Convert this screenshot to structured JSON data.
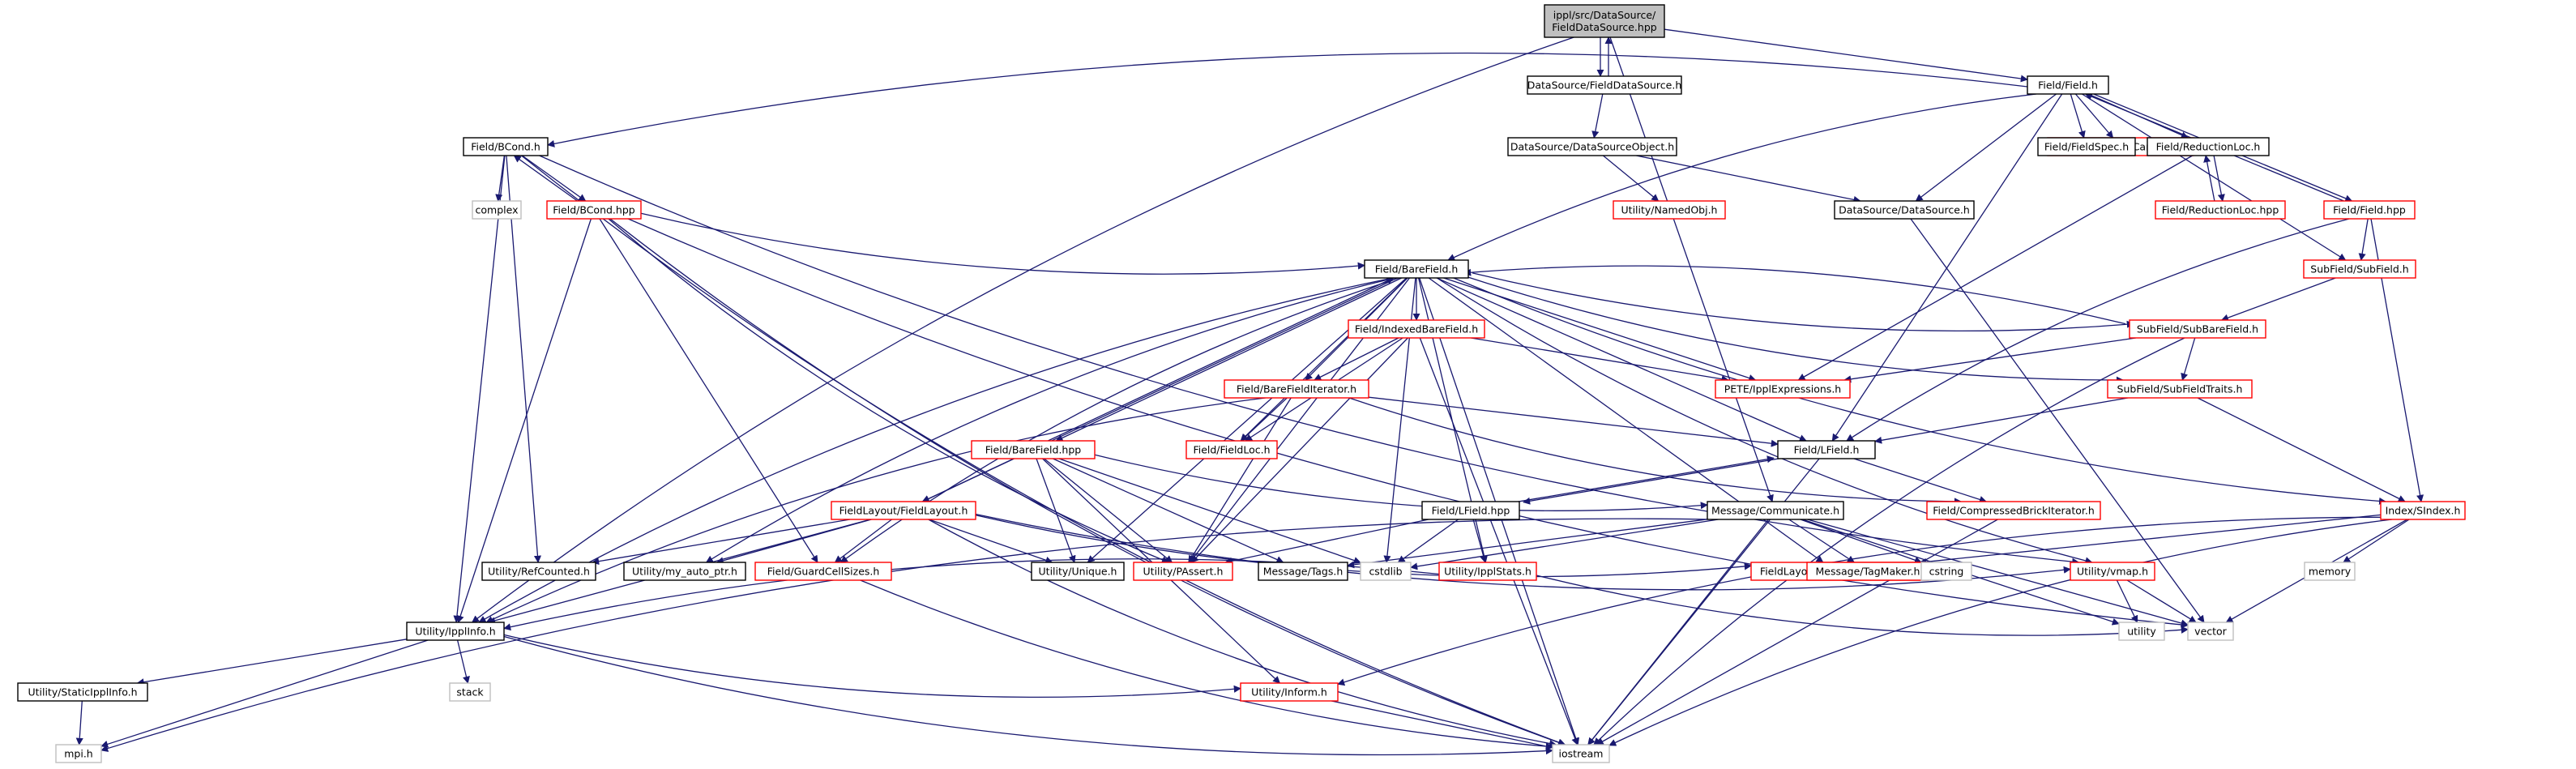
{
  "graph": {
    "edge_color": "#191970",
    "root_fill": "#bfbfbf",
    "nodes": [
      {
        "id": "root",
        "label": "ippl/src/DataSource/\nFieldDataSource.hpp",
        "style": "root"
      },
      {
        "id": "ds_fds_h",
        "label": "DataSource/FieldDataSource.h",
        "style": "black"
      },
      {
        "id": "ds_dso_h",
        "label": "DataSource/DataSourceObject.h",
        "style": "black"
      },
      {
        "id": "ds_ds_h",
        "label": "DataSource/DataSource.h",
        "style": "black"
      },
      {
        "id": "field_h",
        "label": "Field/Field.h",
        "style": "black"
      },
      {
        "id": "field_hpp",
        "label": "Field/Field.hpp",
        "style": "red"
      },
      {
        "id": "bcond_h",
        "label": "Field/BCond.h",
        "style": "black"
      },
      {
        "id": "bcond_hpp",
        "label": "Field/BCond.hpp",
        "style": "red"
      },
      {
        "id": "complex",
        "label": "complex",
        "style": "gray"
      },
      {
        "id": "namedobj",
        "label": "Utility/NamedObj.h",
        "style": "red"
      },
      {
        "id": "uniformcart",
        "label": "Meshes/UniformCartesian.h",
        "style": "red"
      },
      {
        "id": "fieldspec",
        "label": "Field/FieldSpec.h",
        "style": "black"
      },
      {
        "id": "redloc_h",
        "label": "Field/ReductionLoc.h",
        "style": "black"
      },
      {
        "id": "redloc_hpp",
        "label": "Field/ReductionLoc.hpp",
        "style": "red"
      },
      {
        "id": "barefield_h",
        "label": "Field/BareField.h",
        "style": "black"
      },
      {
        "id": "subfield_h",
        "label": "SubField/SubField.h",
        "style": "red"
      },
      {
        "id": "indexedbare",
        "label": "Field/IndexedBareField.h",
        "style": "red"
      },
      {
        "id": "subbare",
        "label": "SubField/SubBareField.h",
        "style": "red"
      },
      {
        "id": "ipplexpr",
        "label": "PETE/IpplExpressions.h",
        "style": "red"
      },
      {
        "id": "bareiter",
        "label": "Field/BareFieldIterator.h",
        "style": "red"
      },
      {
        "id": "subtraits",
        "label": "SubField/SubFieldTraits.h",
        "style": "red"
      },
      {
        "id": "fieldloc",
        "label": "Field/FieldLoc.h",
        "style": "red"
      },
      {
        "id": "lfield_h",
        "label": "Field/LField.h",
        "style": "black"
      },
      {
        "id": "barefield_hpp",
        "label": "Field/BareField.hpp",
        "style": "red"
      },
      {
        "id": "lfield_hpp",
        "label": "Field/LField.hpp",
        "style": "black"
      },
      {
        "id": "compbrick",
        "label": "Field/CompressedBrickIterator.h",
        "style": "red"
      },
      {
        "id": "sindex",
        "label": "Index/SIndex.h",
        "style": "red"
      },
      {
        "id": "fieldlayout",
        "label": "FieldLayout/FieldLayout.h",
        "style": "red"
      },
      {
        "id": "communicate",
        "label": "Message/Communicate.h",
        "style": "black"
      },
      {
        "id": "memory",
        "label": "memory",
        "style": "gray"
      },
      {
        "id": "refcounted",
        "label": "Utility/RefCounted.h",
        "style": "black"
      },
      {
        "id": "myautoptr",
        "label": "Utility/my_auto_ptr.h",
        "style": "black"
      },
      {
        "id": "guardcell",
        "label": "Field/GuardCellSizes.h",
        "style": "red"
      },
      {
        "id": "unique",
        "label": "Utility/Unique.h",
        "style": "black"
      },
      {
        "id": "passert",
        "label": "Utility/PAssert.h",
        "style": "red"
      },
      {
        "id": "tags",
        "label": "Message/Tags.h",
        "style": "black"
      },
      {
        "id": "cstdlib",
        "label": "cstdlib",
        "style": "gray"
      },
      {
        "id": "ipplstats",
        "label": "Utility/IpplStats.h",
        "style": "red"
      },
      {
        "id": "fluser",
        "label": "FieldLayout/FieldLayoutUser.h",
        "style": "red"
      },
      {
        "id": "tagmaker",
        "label": "Message/TagMaker.h",
        "style": "red"
      },
      {
        "id": "cstring",
        "label": "cstring",
        "style": "gray"
      },
      {
        "id": "vmap",
        "label": "Utility/vmap.h",
        "style": "red"
      },
      {
        "id": "utility",
        "label": "utility",
        "style": "gray"
      },
      {
        "id": "vector",
        "label": "vector",
        "style": "gray"
      },
      {
        "id": "ipplinfo",
        "label": "Utility/IpplInfo.h",
        "style": "black"
      },
      {
        "id": "staticinfo",
        "label": "Utility/StaticIpplInfo.h",
        "style": "black"
      },
      {
        "id": "stack",
        "label": "stack",
        "style": "gray"
      },
      {
        "id": "inform",
        "label": "Utility/Inform.h",
        "style": "red"
      },
      {
        "id": "mpi",
        "label": "mpi.h",
        "style": "gray"
      },
      {
        "id": "iostream",
        "label": "iostream",
        "style": "gray"
      }
    ],
    "edges": [
      [
        "root",
        "ds_fds_h"
      ],
      [
        "ds_fds_h",
        "root"
      ],
      [
        "root",
        "field_h"
      ],
      [
        "root",
        "ipplinfo"
      ],
      [
        "root",
        "communicate"
      ],
      [
        "ds_fds_h",
        "ds_dso_h"
      ],
      [
        "ds_dso_h",
        "namedobj"
      ],
      [
        "ds_dso_h",
        "ds_ds_h"
      ],
      [
        "field_h",
        "bcond_h"
      ],
      [
        "field_h",
        "uniformcart"
      ],
      [
        "field_h",
        "fieldspec"
      ],
      [
        "field_h",
        "redloc_h"
      ],
      [
        "field_h",
        "field_hpp"
      ],
      [
        "field_h",
        "ds_ds_h"
      ],
      [
        "field_h",
        "barefield_h"
      ],
      [
        "field_h",
        "subfield_h"
      ],
      [
        "field_h",
        "lfield_h"
      ],
      [
        "field_hpp",
        "field_h"
      ],
      [
        "field_hpp",
        "subfield_h"
      ],
      [
        "field_hpp",
        "sindex"
      ],
      [
        "field_hpp",
        "lfield_h"
      ],
      [
        "redloc_h",
        "redloc_hpp"
      ],
      [
        "redloc_hpp",
        "redloc_h"
      ],
      [
        "redloc_h",
        "ipplexpr"
      ],
      [
        "ds_ds_h",
        "vector"
      ],
      [
        "bcond_h",
        "complex"
      ],
      [
        "bcond_h",
        "bcond_hpp"
      ],
      [
        "bcond_hpp",
        "bcond_h"
      ],
      [
        "bcond_h",
        "refcounted"
      ],
      [
        "bcond_h",
        "ipplinfo"
      ],
      [
        "bcond_h",
        "iostream"
      ],
      [
        "bcond_h",
        "vmap"
      ],
      [
        "bcond_hpp",
        "barefield_h"
      ],
      [
        "bcond_hpp",
        "ipplinfo"
      ],
      [
        "bcond_hpp",
        "guardcell"
      ],
      [
        "bcond_hpp",
        "passert"
      ],
      [
        "bcond_hpp",
        "iostream"
      ],
      [
        "bcond_hpp",
        "vector"
      ],
      [
        "barefield_h",
        "indexedbare"
      ],
      [
        "barefield_h",
        "subbare"
      ],
      [
        "barefield_h",
        "ipplexpr"
      ],
      [
        "barefield_h",
        "fieldloc"
      ],
      [
        "barefield_h",
        "lfield_h"
      ],
      [
        "barefield_h",
        "barefield_hpp"
      ],
      [
        "barefield_hpp",
        "barefield_h"
      ],
      [
        "barefield_h",
        "fieldlayout"
      ],
      [
        "barefield_h",
        "guardcell"
      ],
      [
        "barefield_h",
        "myautoptr"
      ],
      [
        "barefield_h",
        "unique"
      ],
      [
        "barefield_h",
        "passert"
      ],
      [
        "barefield_h",
        "cstdlib"
      ],
      [
        "barefield_h",
        "ipplstats"
      ],
      [
        "barefield_h",
        "fluser"
      ],
      [
        "barefield_h",
        "sindex"
      ],
      [
        "barefield_h",
        "vmap"
      ],
      [
        "barefield_h",
        "ipplinfo"
      ],
      [
        "barefield_h",
        "iostream"
      ],
      [
        "barefield_h",
        "bareiter"
      ],
      [
        "barefield_h",
        "subtraits"
      ],
      [
        "subfield_h",
        "subbare"
      ],
      [
        "subbare",
        "ipplexpr"
      ],
      [
        "subbare",
        "subtraits"
      ],
      [
        "subbare",
        "barefield_h"
      ],
      [
        "subbare",
        "iostream"
      ],
      [
        "subtraits",
        "lfield_h"
      ],
      [
        "subtraits",
        "sindex"
      ],
      [
        "indexedbare",
        "bareiter"
      ],
      [
        "indexedbare",
        "ipplexpr"
      ],
      [
        "indexedbare",
        "fieldloc"
      ],
      [
        "indexedbare",
        "passert"
      ],
      [
        "indexedbare",
        "iostream"
      ],
      [
        "bareiter",
        "fieldloc"
      ],
      [
        "bareiter",
        "lfield_h"
      ],
      [
        "bareiter",
        "compbrick"
      ],
      [
        "bareiter",
        "passert"
      ],
      [
        "bareiter",
        "ipplinfo"
      ],
      [
        "lfield_h",
        "lfield_hpp"
      ],
      [
        "lfield_hpp",
        "lfield_h"
      ],
      [
        "lfield_h",
        "compbrick"
      ],
      [
        "lfield_h",
        "iostream"
      ],
      [
        "lfield_hpp",
        "passert"
      ],
      [
        "lfield_hpp",
        "cstdlib"
      ],
      [
        "lfield_hpp",
        "ipplstats"
      ],
      [
        "compbrick",
        "iostream"
      ],
      [
        "barefield_hpp",
        "fieldlayout"
      ],
      [
        "barefield_hpp",
        "communicate"
      ],
      [
        "barefield_hpp",
        "tags"
      ],
      [
        "barefield_hpp",
        "unique"
      ],
      [
        "barefield_hpp",
        "passert"
      ],
      [
        "barefield_hpp",
        "cstdlib"
      ],
      [
        "barefield_hpp",
        "inform"
      ],
      [
        "fieldlayout",
        "refcounted"
      ],
      [
        "fieldlayout",
        "myautoptr"
      ],
      [
        "fieldlayout",
        "guardcell"
      ],
      [
        "fieldlayout",
        "unique"
      ],
      [
        "fieldlayout",
        "fluser"
      ],
      [
        "fieldlayout",
        "vmap"
      ],
      [
        "fieldlayout",
        "ipplinfo"
      ],
      [
        "fieldlayout",
        "iostream"
      ],
      [
        "guardcell",
        "iostream"
      ],
      [
        "communicate",
        "tags"
      ],
      [
        "communicate",
        "tagmaker"
      ],
      [
        "communicate",
        "cstdlib"
      ],
      [
        "communicate",
        "cstring"
      ],
      [
        "communicate",
        "utility"
      ],
      [
        "communicate",
        "vector"
      ],
      [
        "communicate",
        "iostream"
      ],
      [
        "communicate",
        "mpi"
      ],
      [
        "sindex",
        "fluser"
      ],
      [
        "sindex",
        "memory"
      ],
      [
        "sindex",
        "vector"
      ],
      [
        "sindex",
        "iostream"
      ],
      [
        "sindex",
        "inform"
      ],
      [
        "ipplstats",
        "ipplinfo"
      ],
      [
        "ipplstats",
        "vector"
      ],
      [
        "vmap",
        "utility"
      ],
      [
        "vmap",
        "vector"
      ],
      [
        "ipplinfo",
        "staticinfo"
      ],
      [
        "ipplinfo",
        "stack"
      ],
      [
        "ipplinfo",
        "inform"
      ],
      [
        "ipplinfo",
        "iostream"
      ],
      [
        "ipplinfo",
        "mpi"
      ],
      [
        "staticinfo",
        "mpi"
      ],
      [
        "inform",
        "iostream"
      ]
    ]
  }
}
